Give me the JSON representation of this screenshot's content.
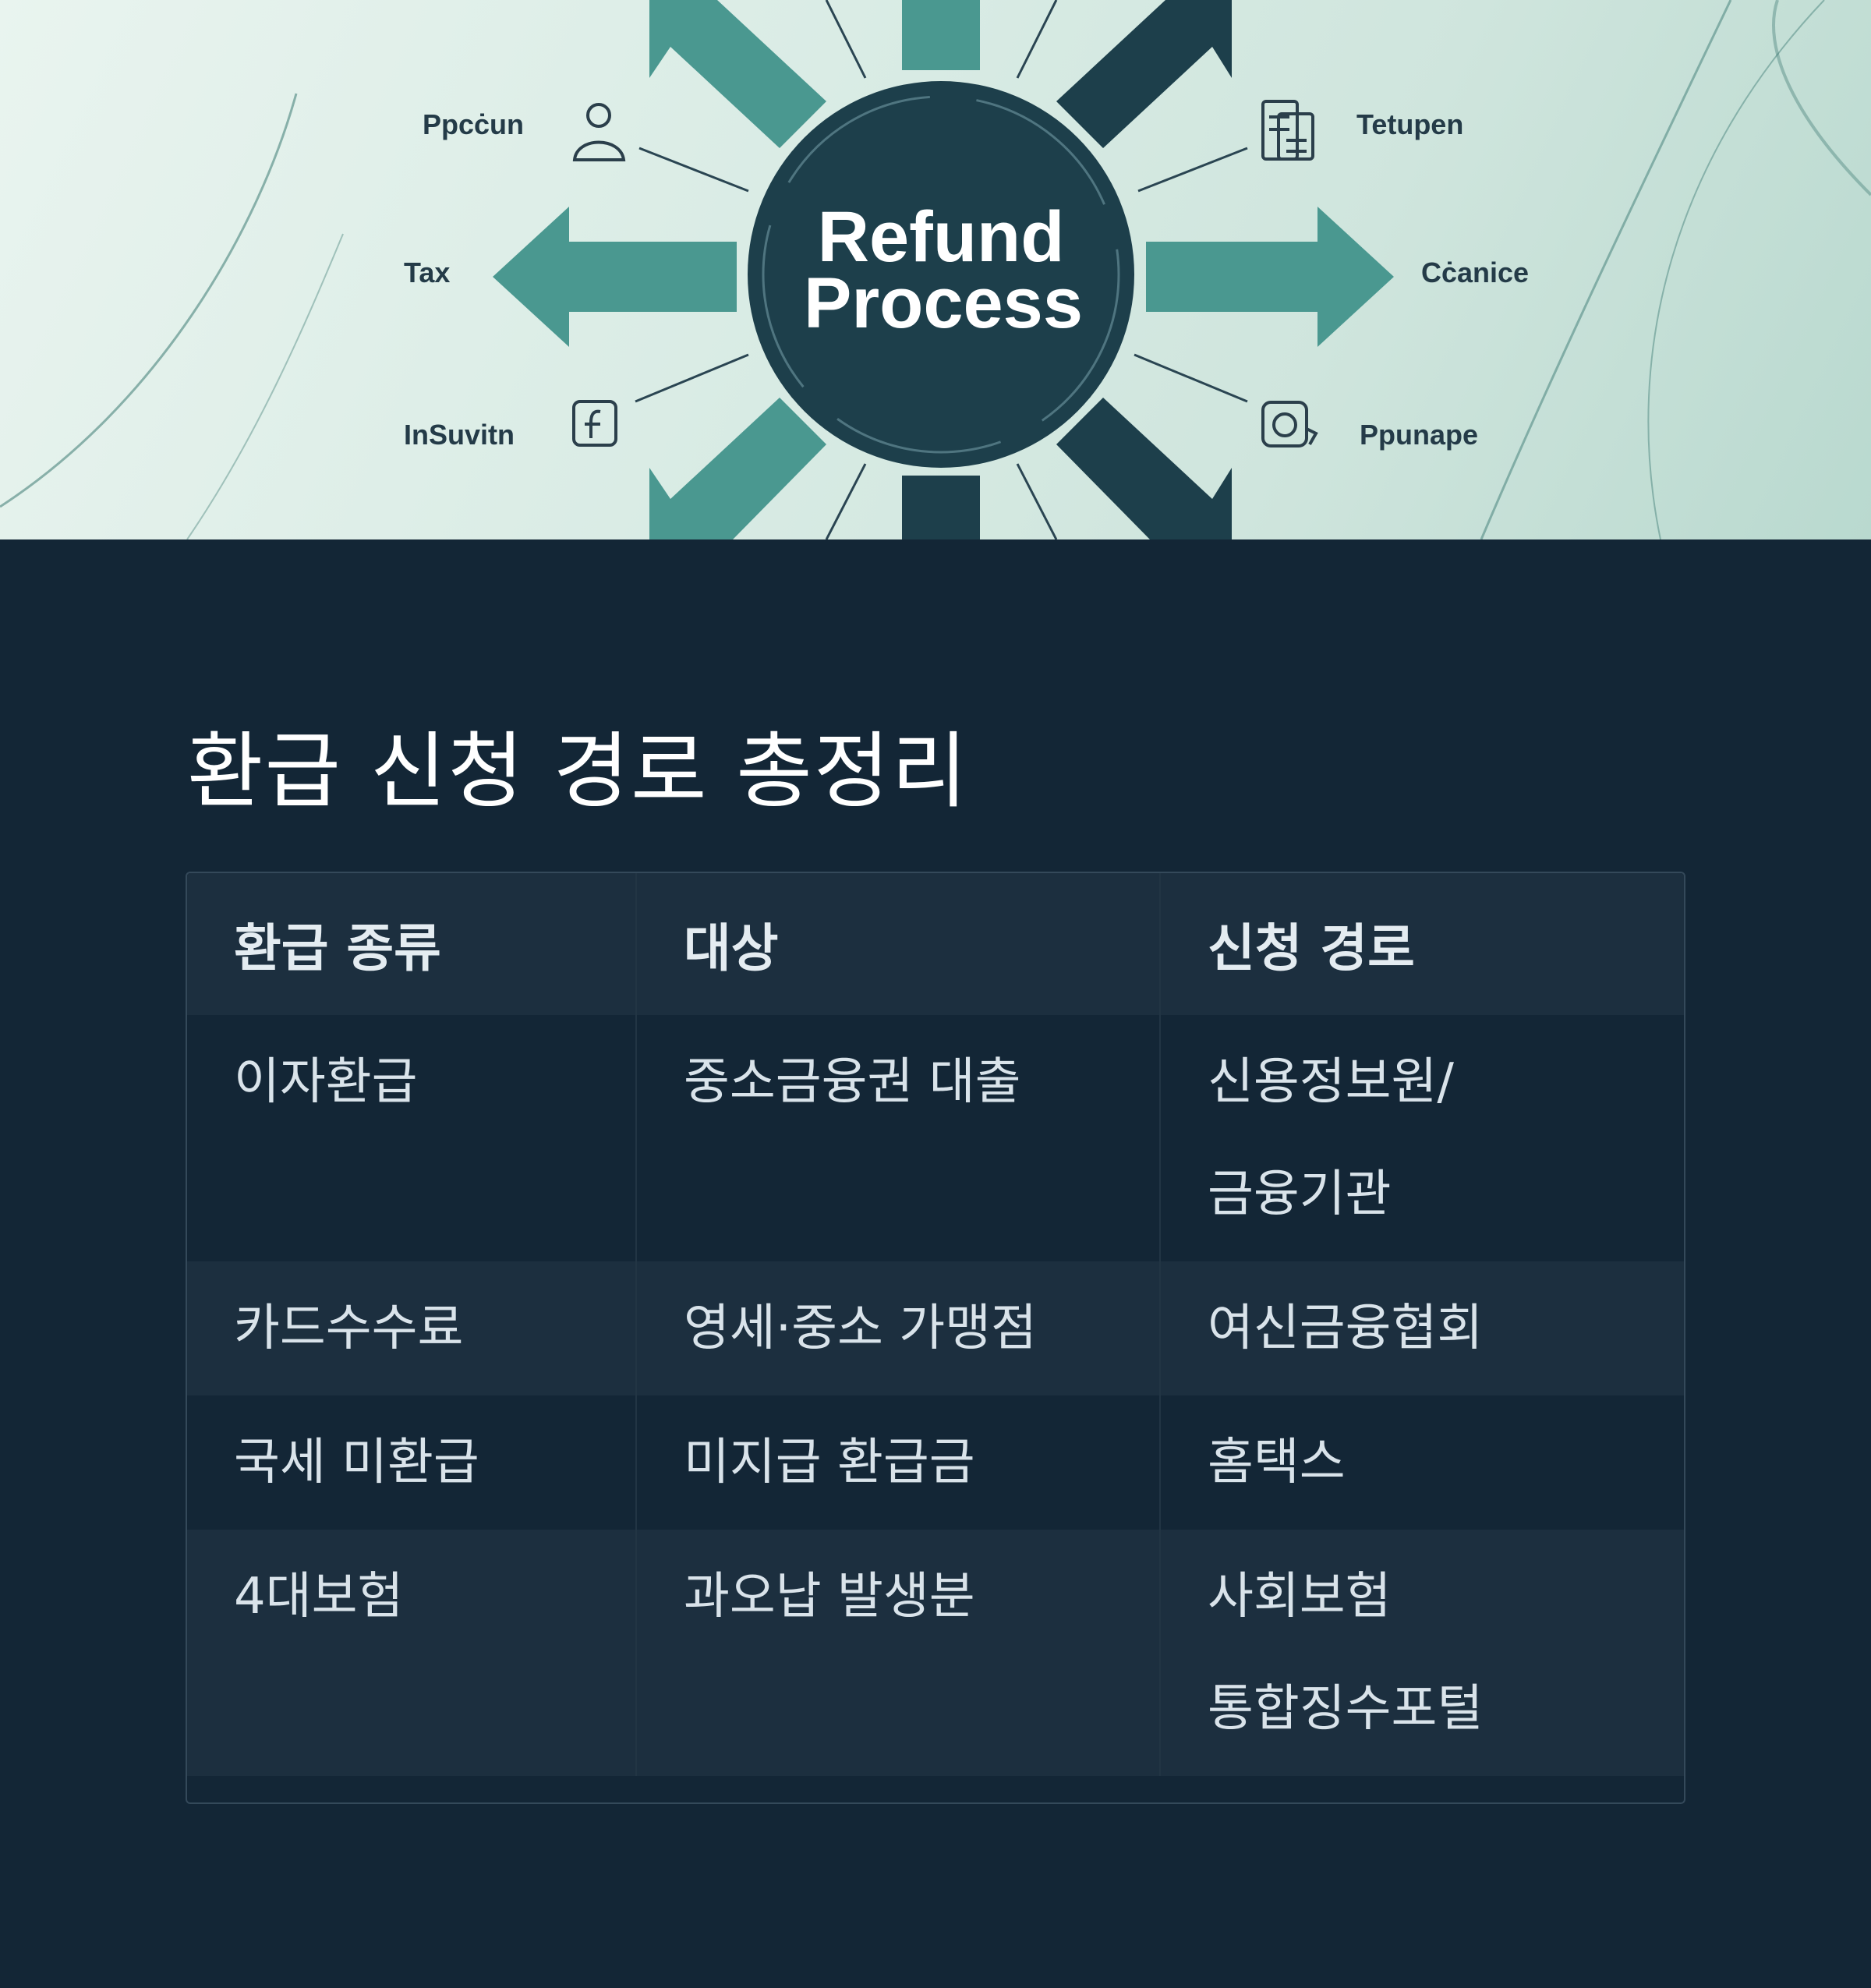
{
  "hero": {
    "center_line1": "Refund",
    "center_line2": "Process",
    "labels": {
      "top_left": "Ppcċun",
      "mid_left": "Tax",
      "bottom_left": "InSuvitn",
      "top_right": "Tetupen",
      "mid_right": "Cċanice",
      "bottom_right": "Ppunape"
    },
    "colors": {
      "teal": "#4a9890",
      "navy": "#1d3f4b",
      "background": "#d8ebe4"
    },
    "icons": [
      "person-icon",
      "document-icon",
      "f-square-icon",
      "camera-icon"
    ]
  },
  "title": "환급 신청 경로 총정리",
  "table": {
    "headers": [
      "환급 종류",
      "대상",
      "신청 경로"
    ],
    "rows": [
      {
        "type": "이자환급",
        "target": "중소금융권 대출",
        "route": [
          "신용정보원/",
          "금융기관"
        ]
      },
      {
        "type": "카드수수료",
        "target": "영세·중소 가맹점",
        "route": [
          "여신금융협회"
        ]
      },
      {
        "type": "국세 미환급",
        "target": "미지급 환급금",
        "route": [
          "홈택스"
        ]
      },
      {
        "type": "4대보험",
        "target": "과오납 발생분",
        "route": [
          "사회보험",
          "통합징수포털"
        ]
      }
    ]
  },
  "colors": {
    "page_background": "#132636",
    "row_alt": "#1c2f3f",
    "text": "#d9e3ea"
  }
}
